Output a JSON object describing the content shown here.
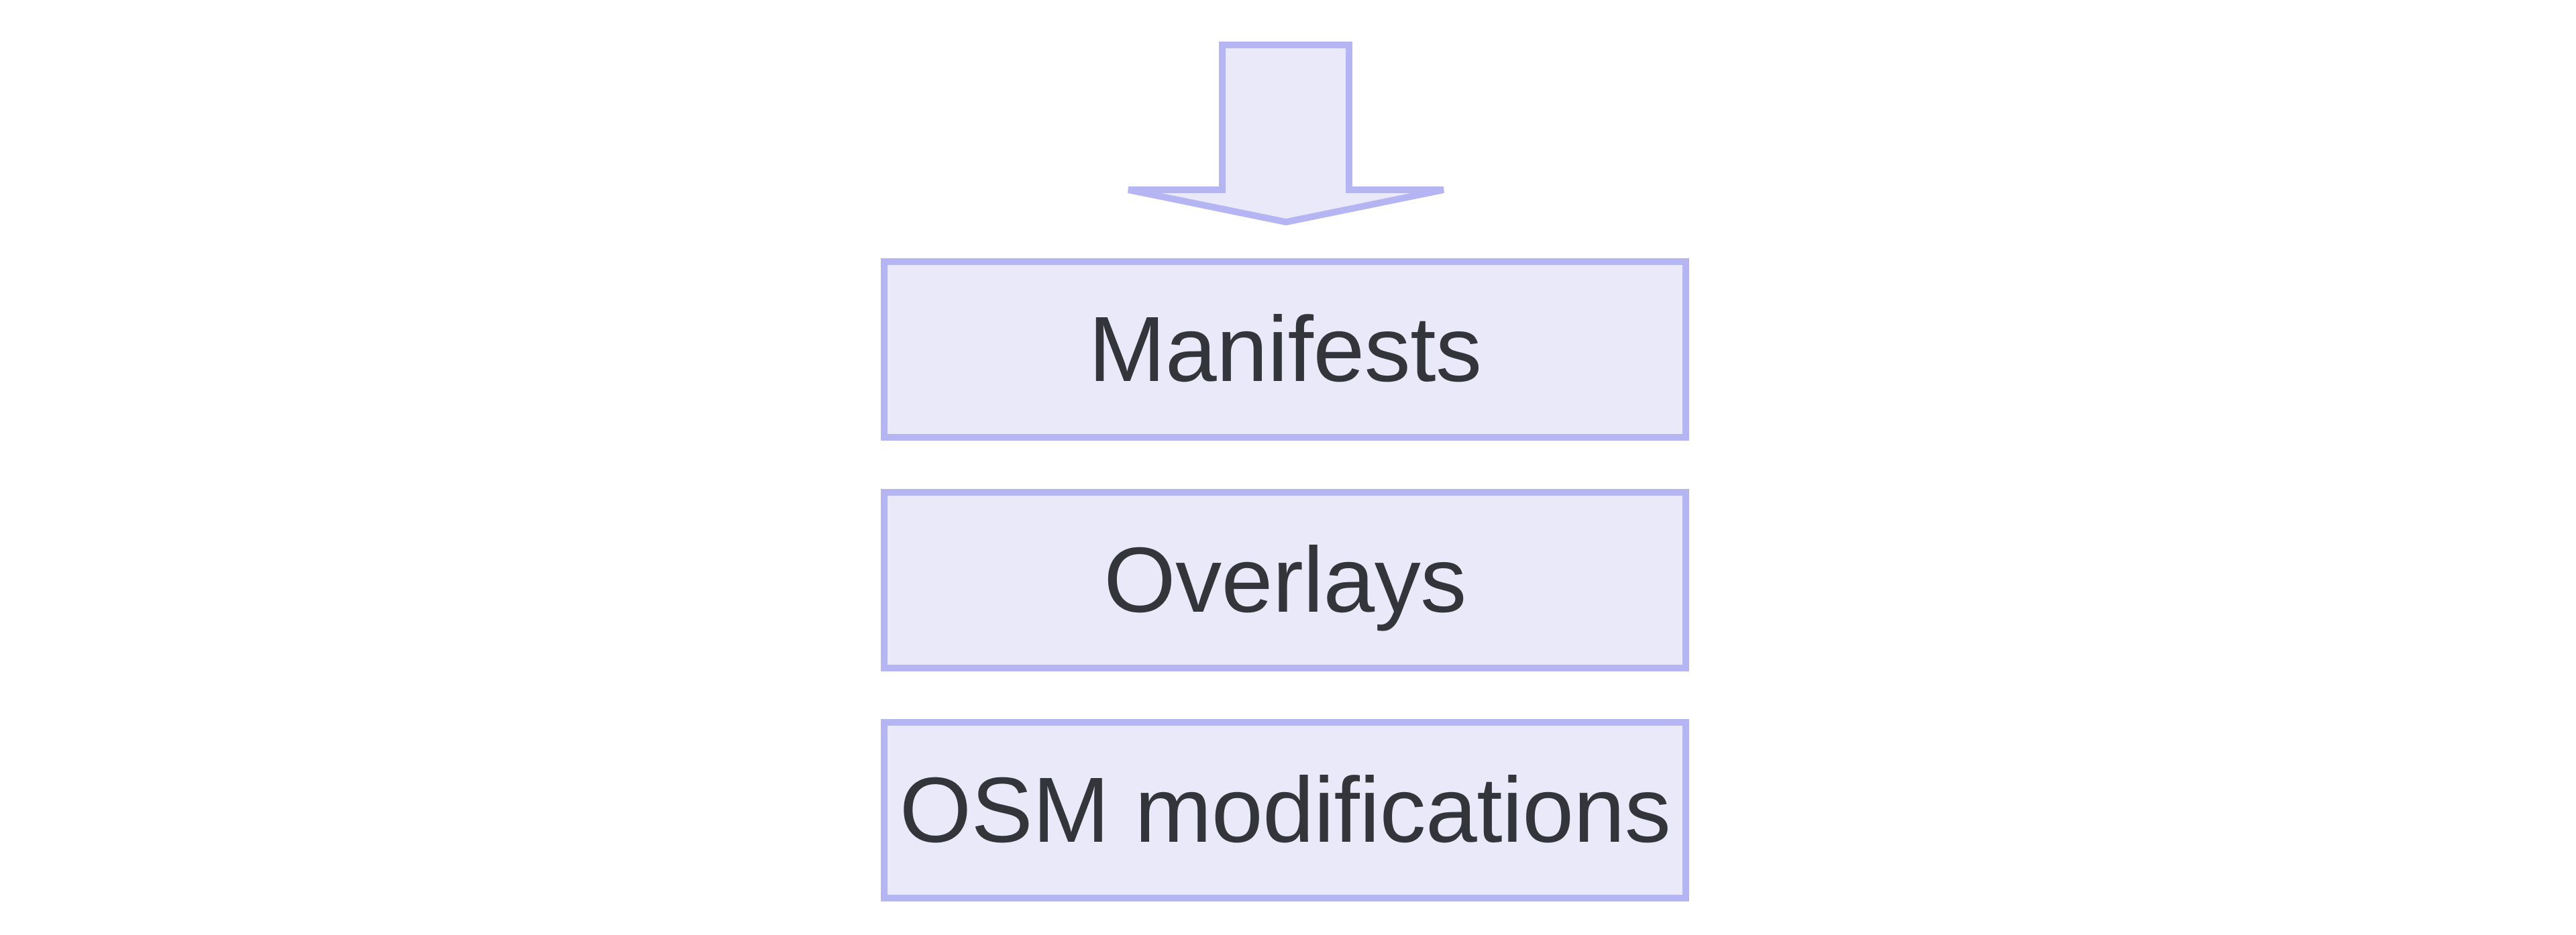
{
  "diagram": {
    "type": "flow-stack",
    "arrow": {
      "name": "down-arrow",
      "direction": "down"
    },
    "boxes": [
      {
        "label": "Manifests"
      },
      {
        "label": "Overlays"
      },
      {
        "label": "OSM modifications"
      }
    ],
    "colors": {
      "background": "#ffffff",
      "shape_fill": "#e9e9fa",
      "shape_border": "#b5b5f4",
      "text": "#323539"
    }
  }
}
